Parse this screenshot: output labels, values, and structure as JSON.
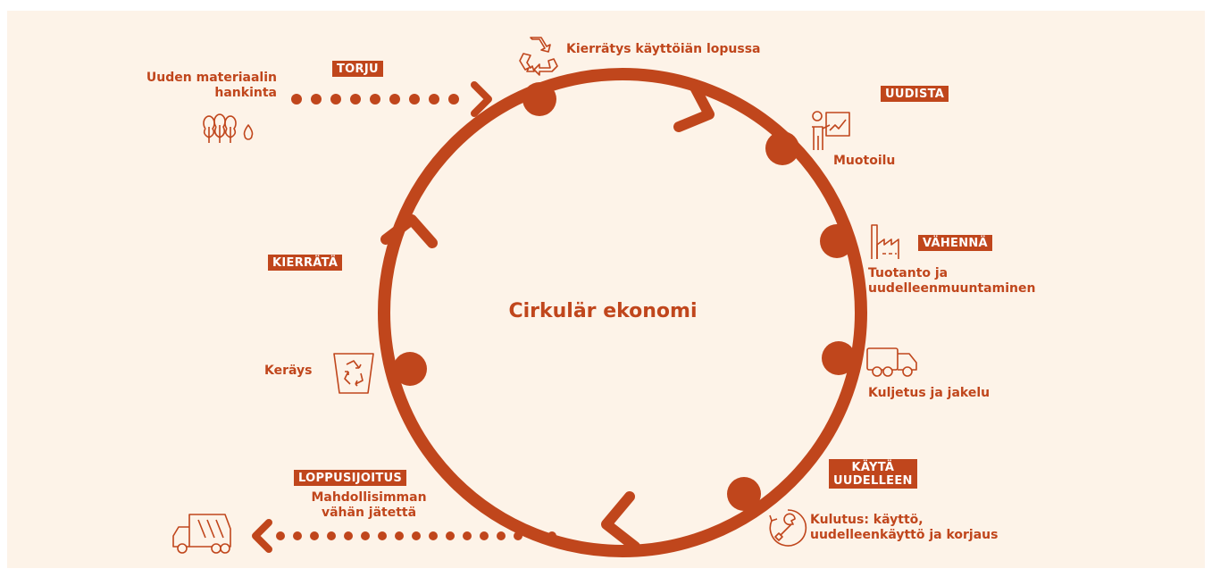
{
  "title": "Cirkulär ekonomi",
  "colors": {
    "accent": "#c0461c",
    "background": "#fdf3e8"
  },
  "stages": [
    {
      "id": "recycling-end",
      "label": "Kierrätys käyttöiän lopussa",
      "icon": "recycle-icon"
    },
    {
      "id": "design",
      "label": "Muotoilu",
      "tag": "UUDISTA",
      "icon": "presentation-icon"
    },
    {
      "id": "production",
      "label": "Tuotanto ja\nuudelleenmuuntaminen",
      "tag": "VÄHENNÄ",
      "icon": "factory-icon"
    },
    {
      "id": "transport",
      "label": "Kuljetus ja jakelu",
      "icon": "truck-icon"
    },
    {
      "id": "consumption",
      "label": "Kulutus: käyttö,\nuudelleenkäyttö ja korjaus",
      "tag": "KÄYTÄ\nUUDELLEEN",
      "icon": "repair-icon"
    },
    {
      "id": "collection",
      "label": "Keräys",
      "icon": "recycle-bin-icon"
    }
  ],
  "inflow": {
    "label": "Uuden materiaalin\nhankinta",
    "tag": "TORJU",
    "icon": "trees-water-icon"
  },
  "outflow": {
    "label": "Mahdollisimman\nvähän jätettä",
    "tag": "LOPPUSIJOITUS",
    "icon": "garbage-truck-icon"
  },
  "recycle_tag": "KIERRÄTÄ"
}
